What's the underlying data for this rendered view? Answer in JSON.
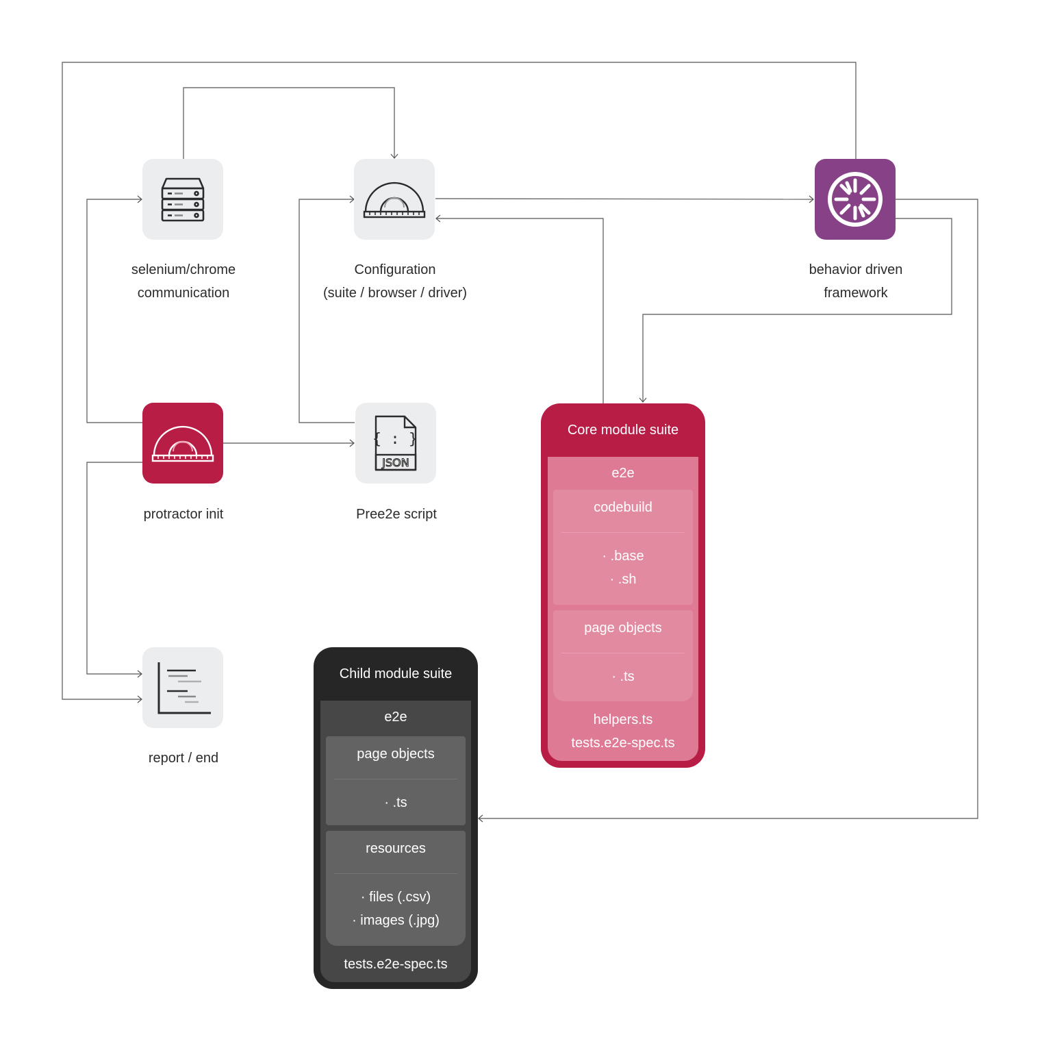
{
  "nodes": {
    "selenium": {
      "line1": "selenium/chrome",
      "line2": "communication",
      "icon": "server-icon"
    },
    "configuration": {
      "line1": "Configuration",
      "line2": "(suite / browser / driver)",
      "icon": "protractor-icon"
    },
    "bdd": {
      "line1": "behavior driven",
      "line2": "framework",
      "icon": "jasmine-icon"
    },
    "protractor_init": {
      "line1": "protractor init",
      "icon": "protractor-icon"
    },
    "pree2e": {
      "line1": "Pree2e script",
      "icon": "json-file-icon",
      "file_label": "JSON"
    },
    "report": {
      "line1": "report / end",
      "icon": "report-chart-icon"
    }
  },
  "core_suite": {
    "title": "Core module suite",
    "folder": "e2e",
    "boxes": [
      {
        "title": "codebuild",
        "items": [
          "· .base",
          "· .sh"
        ]
      },
      {
        "title": "page objects",
        "items": [
          "· .ts"
        ]
      }
    ],
    "files": [
      "helpers.ts",
      "tests.e2e-spec.ts"
    ]
  },
  "child_suite": {
    "title": "Child module suite",
    "folder": "e2e",
    "boxes": [
      {
        "title": "page objects",
        "items": [
          "· .ts"
        ]
      },
      {
        "title": "resources",
        "items": [
          "· files (.csv)",
          "· images (.jpg)"
        ]
      }
    ],
    "files": [
      "tests.e2e-spec.ts"
    ]
  },
  "colors": {
    "tile_gray": "#ebedef",
    "accent_red": "#b81d45",
    "accent_purple": "#874287",
    "dark": "#262626",
    "wire": "#555555"
  }
}
